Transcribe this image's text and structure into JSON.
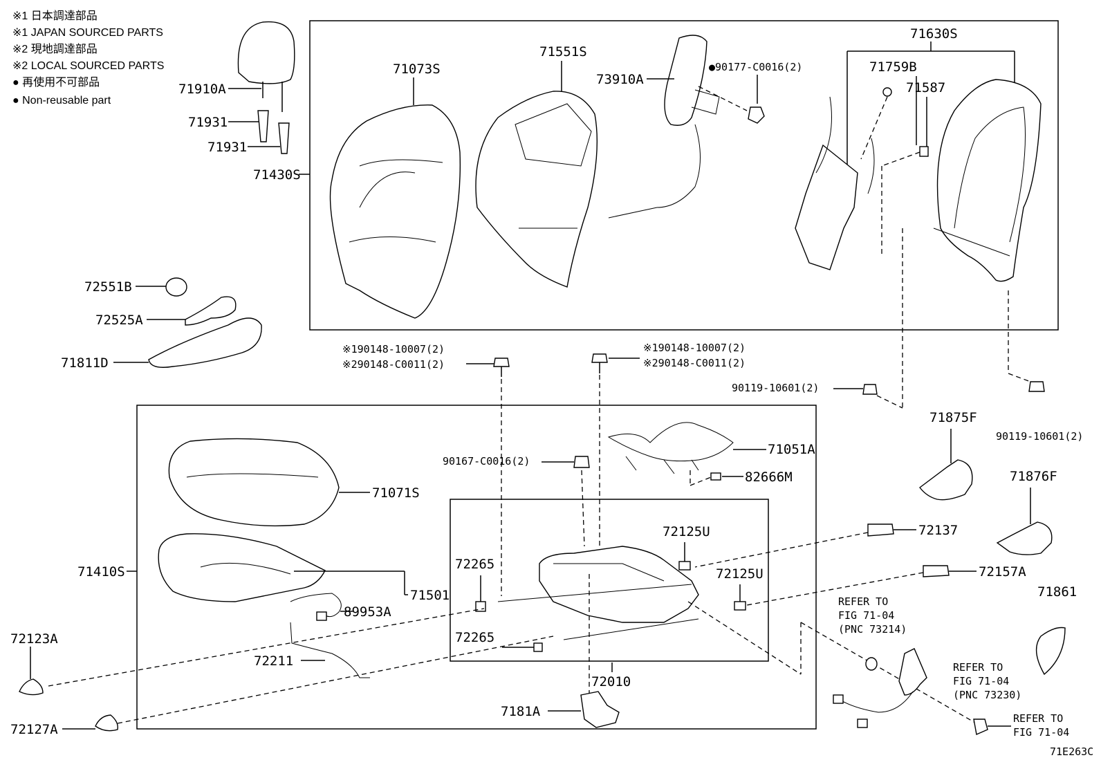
{
  "notes": [
    {
      "key": "n1",
      "text": "※1 日本調達部品"
    },
    {
      "key": "n2",
      "text": "※1 JAPAN SOURCED PARTS"
    },
    {
      "key": "n3",
      "text": "※2 現地調達部品"
    },
    {
      "key": "n4",
      "text": "※2 LOCAL SOURCED PARTS"
    },
    {
      "key": "n5",
      "text": "● 再使用不可部品"
    },
    {
      "key": "n6",
      "text": "● Non-reusable part"
    }
  ],
  "labels": {
    "p71910A": "71910A",
    "p71931a": "71931",
    "p71931b": "71931",
    "p71430S": "71430S",
    "p71073S": "71073S",
    "p71551S": "71551S",
    "p73910A": "73910A",
    "p90177": "●90177-C0016(2)",
    "p71630S": "71630S",
    "p71759B": "71759B",
    "p71587": "71587",
    "p72551B": "72551B",
    "p72525A": "72525A",
    "p71811D": "71811D",
    "p190148a1": "※190148-10007(2)",
    "p290148a2": "※290148-C0011(2)",
    "p190148b1": "※190148-10007(2)",
    "p290148b2": "※290148-C0011(2)",
    "p90119a": "90119-10601(2)",
    "p90119b": "90119-10601(2)",
    "p71875F": "71875F",
    "p71876F": "71876F",
    "p90167": "90167-C0016(2)",
    "p71051A": "71051A",
    "p82666M": "82666M",
    "p71071S": "71071S",
    "p72137": "72137",
    "p72125Ua": "72125U",
    "p72125Ub": "72125U",
    "p72157A": "72157A",
    "p72265a": "72265",
    "p72265b": "72265",
    "p71410S": "71410S",
    "p71501": "71501",
    "p89953A": "89953A",
    "p71861": "71861",
    "p72123A": "72123A",
    "p72211": "72211",
    "p72010": "72010",
    "p7181A": "7181A",
    "p72127A": "72127A",
    "ref1a": "REFER TO",
    "ref1b": "FIG 71-04",
    "ref1c": "(PNC 73214)",
    "ref2a": "REFER TO",
    "ref2b": "FIG 71-04",
    "ref2c": "(PNC 73230)",
    "ref3a": "REFER TO",
    "ref3b": "FIG 71-04",
    "diagram_id": "71E263C"
  }
}
